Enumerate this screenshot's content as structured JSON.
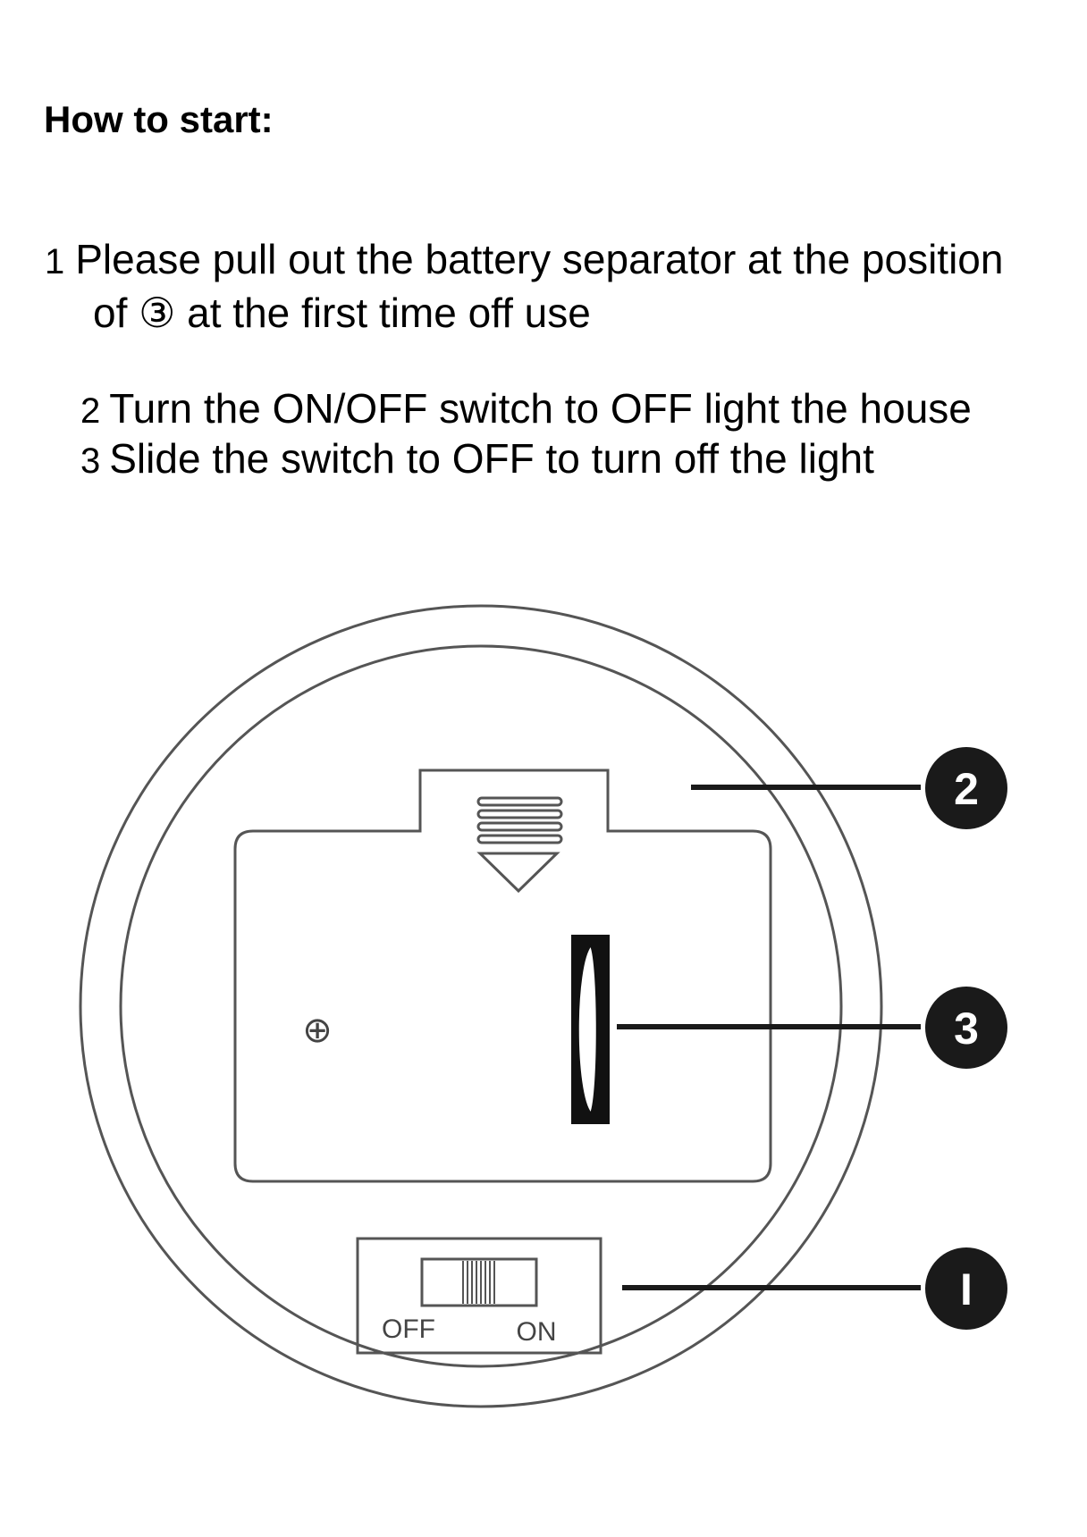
{
  "heading": "How to start:",
  "steps": [
    {
      "number": "1",
      "line1": "Please pull out the battery separator at the position",
      "line2": "of ③ at the first time off use"
    },
    {
      "number": "2",
      "text": "Turn the ON/OFF switch to OFF light the house"
    },
    {
      "number": "3",
      "text": "Slide the switch to OFF to turn off the light"
    }
  ],
  "diagram": {
    "callouts": [
      {
        "label": "2",
        "target": "battery-cover"
      },
      {
        "label": "3",
        "target": "battery-separator"
      },
      {
        "label": "I",
        "target": "on-off-switch"
      }
    ],
    "switch": {
      "off_label": "OFF",
      "on_label": "ON"
    },
    "screw_symbol": "⊕",
    "colors": {
      "line": "#555555",
      "callout_fill": "#1a1a1a",
      "callout_text": "#ffffff"
    }
  }
}
